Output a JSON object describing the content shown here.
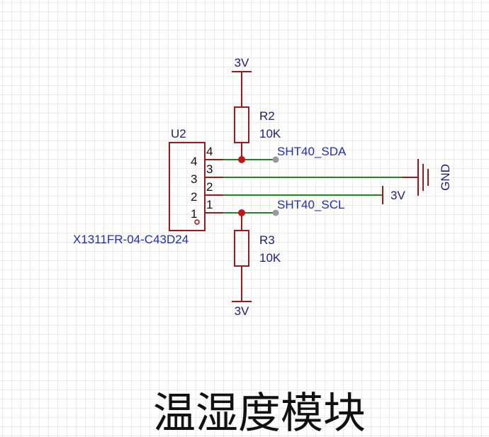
{
  "power_labels": {
    "top_3v": "3V",
    "bottom_3v": "3V",
    "right_3v": "3V",
    "gnd": "GND"
  },
  "resistors": {
    "r2": {
      "ref": "R2",
      "value": "10K"
    },
    "r3": {
      "ref": "R3",
      "value": "10K"
    }
  },
  "connector": {
    "ref": "U2",
    "part": "X1311FR-04-C43D24",
    "pins": [
      {
        "inside": "4",
        "outside": "4"
      },
      {
        "inside": "3",
        "outside": "3"
      },
      {
        "inside": "2",
        "outside": "2"
      },
      {
        "inside": "1",
        "outside": "1"
      }
    ]
  },
  "nets": {
    "sda": "SHT40_SDA",
    "scl": "SHT40_SCL"
  },
  "title": "温湿度模块",
  "colors": {
    "wire": "#1e8a1e",
    "component": "#a01818",
    "junction": "#cc1111",
    "net_port": "#9a9a9a",
    "label_blue": "#1a2bd6",
    "label_navy": "#1b1f7a",
    "grid": "#d6d6d6"
  }
}
